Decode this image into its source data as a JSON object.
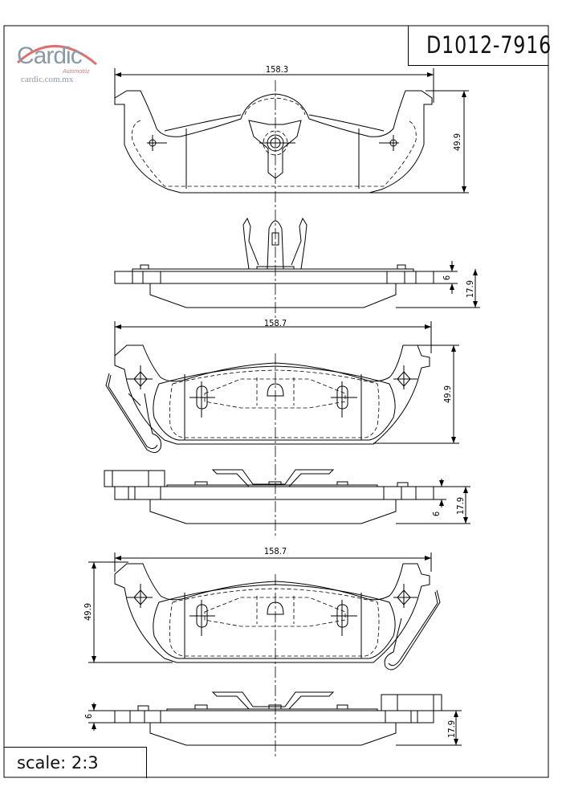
{
  "part_number": "D1012-7916",
  "scale_label": "scale: 2:3",
  "logo": {
    "brand": "Cardic",
    "tagline": "Automotriz",
    "url": "cardic.com.mx",
    "accent_color": "#e07070"
  },
  "views": {
    "top_view": {
      "width": "158.3",
      "height": "49.9"
    },
    "side_view_1": {
      "plate_thickness": "6",
      "total_thickness": "17.9"
    },
    "front_view": {
      "width": "158.7",
      "height": "49.9"
    },
    "side_view_2": {
      "plate_thickness": "6",
      "total_thickness": "17.9"
    },
    "front_view_mirrored": {
      "width": "158.7",
      "height": "49.9"
    },
    "side_view_3": {
      "plate_thickness": "6",
      "total_thickness": "17.9"
    }
  }
}
